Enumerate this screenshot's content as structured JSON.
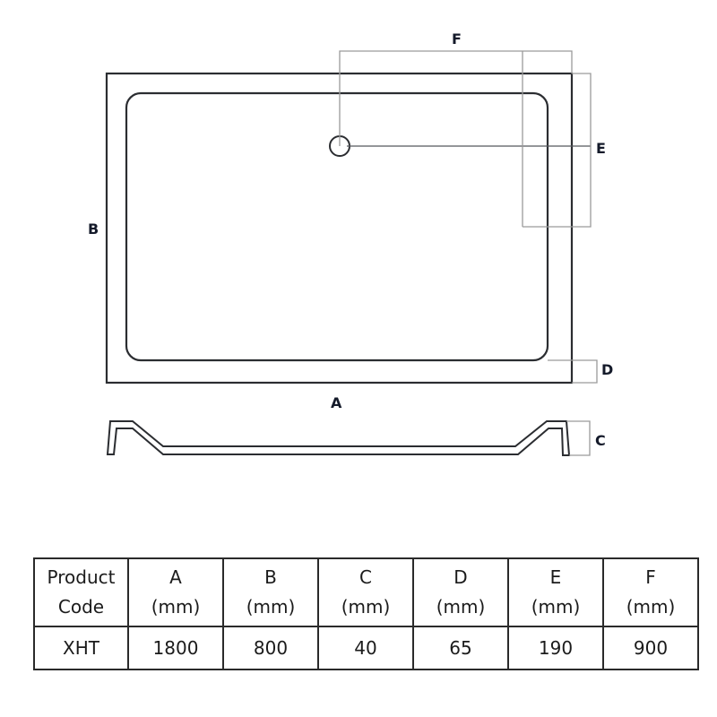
{
  "diagram": {
    "type": "shower tray dimension drawing",
    "plan_view": {
      "labels": {
        "A": "A",
        "B": "B",
        "C": "C",
        "D": "D",
        "E": "E",
        "F": "F"
      },
      "waste_outlet": "circle"
    },
    "profile_view": {
      "label": "C"
    }
  },
  "spec_table": {
    "headers": [
      {
        "line1": "Product",
        "line2": "Code"
      },
      {
        "line1": "A",
        "line2": "(mm)"
      },
      {
        "line1": "B",
        "line2": "(mm)"
      },
      {
        "line1": "C",
        "line2": "(mm)"
      },
      {
        "line1": "D",
        "line2": "(mm)"
      },
      {
        "line1": "E",
        "line2": "(mm)"
      },
      {
        "line1": "F",
        "line2": "(mm)"
      }
    ],
    "rows": [
      [
        "XHT",
        "1800",
        "800",
        "40",
        "65",
        "190",
        "900"
      ]
    ]
  },
  "colors": {
    "outline": "#2b2d31",
    "dimension_line": "#9a9a9a",
    "label": "#141a2a"
  }
}
